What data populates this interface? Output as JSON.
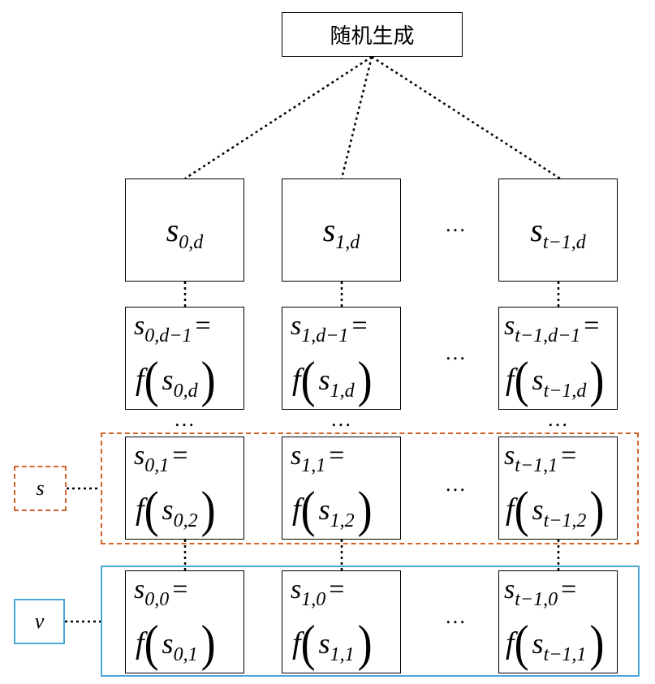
{
  "top": {
    "label": "随机生成"
  },
  "columns": [
    {
      "seed": {
        "base": "s",
        "sub": "0,d"
      },
      "rows": [
        {
          "lhs": "s",
          "lhs_sub": "0,d−1",
          "eq": "=",
          "f": "f",
          "arg": "s",
          "arg_sub": "0,d"
        },
        {
          "lhs": "s",
          "lhs_sub": "0,1",
          "eq": "=",
          "f": "f",
          "arg": "s",
          "arg_sub": "0,2"
        },
        {
          "lhs": "s",
          "lhs_sub": "0,0",
          "eq": "=",
          "f": "f",
          "arg": "s",
          "arg_sub": "0,1"
        }
      ]
    },
    {
      "seed": {
        "base": "s",
        "sub": "1,d"
      },
      "rows": [
        {
          "lhs": "s",
          "lhs_sub": "1,d−1",
          "eq": "=",
          "f": "f",
          "arg": "s",
          "arg_sub": "1,d"
        },
        {
          "lhs": "s",
          "lhs_sub": "1,1",
          "eq": "=",
          "f": "f",
          "arg": "s",
          "arg_sub": "1,2"
        },
        {
          "lhs": "s",
          "lhs_sub": "1,0",
          "eq": "=",
          "f": "f",
          "arg": "s",
          "arg_sub": "1,1"
        }
      ]
    },
    {
      "seed": {
        "base": "s",
        "sub": "t−1,d"
      },
      "rows": [
        {
          "lhs": "s",
          "lhs_sub": "t−1,d−1",
          "eq": "=",
          "f": "f",
          "arg": "s",
          "arg_sub": "t−1,d"
        },
        {
          "lhs": "s",
          "lhs_sub": "t−1,1",
          "eq": "=",
          "f": "f",
          "arg": "s",
          "arg_sub": "t−1,2"
        },
        {
          "lhs": "s",
          "lhs_sub": "t−1,0",
          "eq": "=",
          "f": "f",
          "arg": "s",
          "arg_sub": "t−1,1"
        }
      ]
    }
  ],
  "ellipsis": "…",
  "group_s": {
    "label": "s",
    "color": "#d0632a",
    "style": "dashed"
  },
  "group_v": {
    "label": "v",
    "color": "#4aa8d8",
    "style": "solid"
  }
}
